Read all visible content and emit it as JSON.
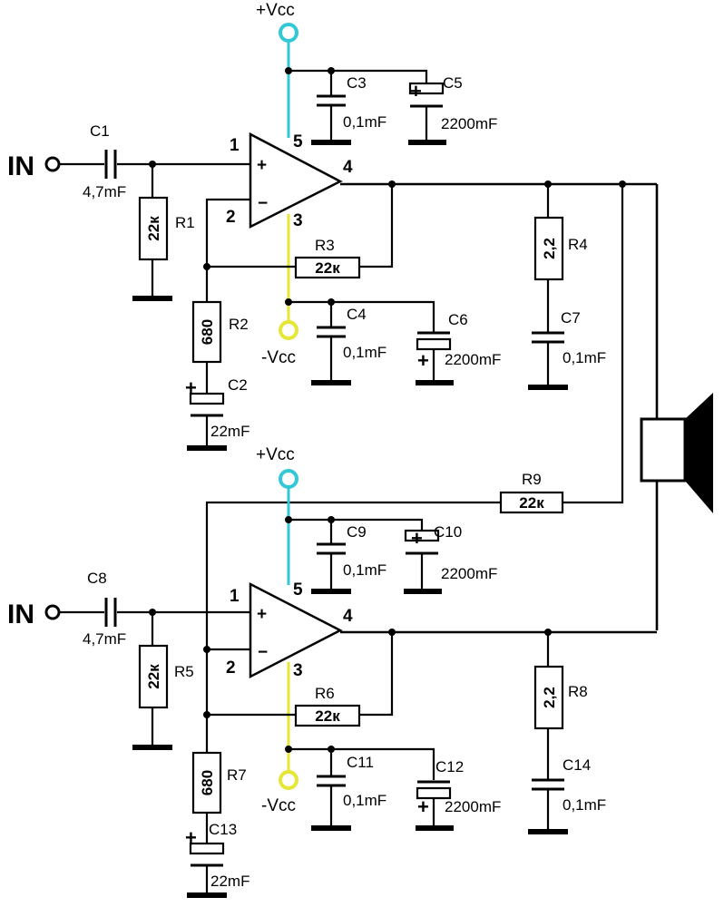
{
  "supply": {
    "pos_top": "+Vcc",
    "neg_top": "-Vcc",
    "pos_bottom": "+Vcc",
    "neg_bottom": "-Vcc",
    "pos_color": "#33c8d8",
    "neg_color": "#e6e635"
  },
  "inputs": {
    "top": "IN",
    "bottom": "IN"
  },
  "opamp": {
    "plus": "+",
    "minus": "−",
    "pin1": "1",
    "pin2": "2",
    "pin3": "3",
    "pin4": "4",
    "pin5": "5"
  },
  "components": {
    "C1": {
      "name": "C1",
      "value": "4,7mF"
    },
    "R1": {
      "name": "R1",
      "value": "22к"
    },
    "R2": {
      "name": "R2",
      "value": "680"
    },
    "C2": {
      "name": "C2",
      "value": "22mF"
    },
    "R3": {
      "name": "R3",
      "value": "22к"
    },
    "C3": {
      "name": "C3",
      "value": "0,1mF"
    },
    "C4": {
      "name": "C4",
      "value": "0,1mF"
    },
    "C5": {
      "name": "C5",
      "value": "2200mF"
    },
    "C6": {
      "name": "C6",
      "value": "2200mF"
    },
    "R4": {
      "name": "R4",
      "value": "2,2"
    },
    "C7": {
      "name": "C7",
      "value": "0,1mF"
    },
    "C8": {
      "name": "C8",
      "value": "4,7mF"
    },
    "R5": {
      "name": "R5",
      "value": "22к"
    },
    "R6": {
      "name": "R6",
      "value": "22к"
    },
    "R7": {
      "name": "R7",
      "value": "680"
    },
    "C13": {
      "name": "C13",
      "value": "22mF"
    },
    "C9": {
      "name": "C9",
      "value": "0,1mF"
    },
    "C10": {
      "name": "C10",
      "value": "2200mF"
    },
    "C11": {
      "name": "C11",
      "value": "0,1mF"
    },
    "C12": {
      "name": "C12",
      "value": "2200mF"
    },
    "R8": {
      "name": "R8",
      "value": "2,2"
    },
    "C14": {
      "name": "C14",
      "value": "0,1mF"
    },
    "R9": {
      "name": "R9",
      "value": "22к"
    }
  },
  "polarity": {
    "plus": "+"
  },
  "icons": {
    "speaker": "speaker-icon",
    "ground": "ground-icon",
    "terminal": "terminal-icon"
  }
}
